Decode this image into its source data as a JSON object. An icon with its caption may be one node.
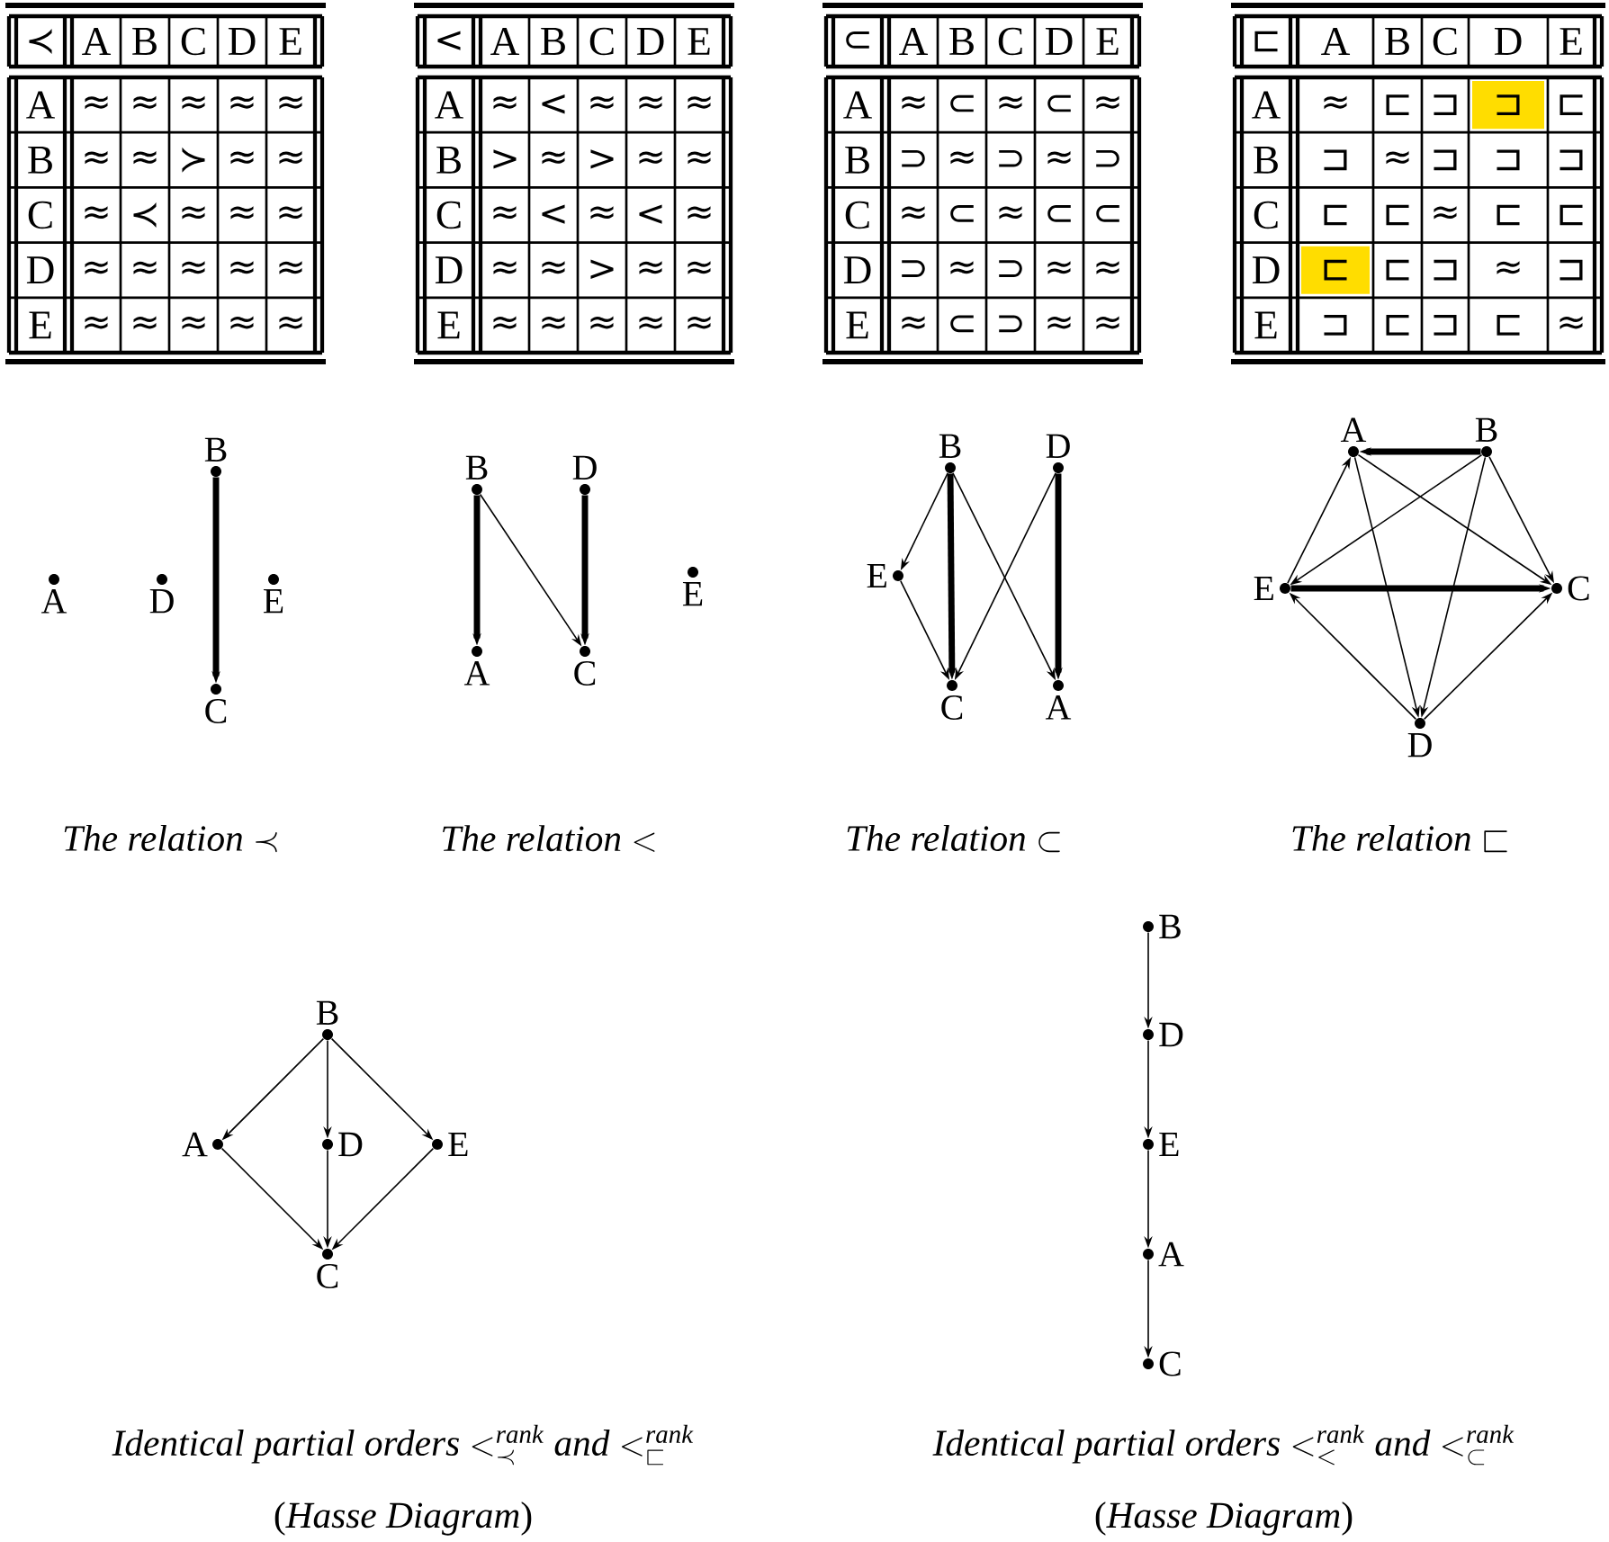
{
  "diagram": {
    "nodes": [
      {
        "text": [
          "B"
        ]
      },
      {
        "text": [
          "A"
        ]
      },
      {
        "text": [
          "D"
        ]
      },
      {
        "text": [
          "E"
        ]
      },
      {
        "text": [
          "C"
        ]
      },
      {
        "text": [
          "B"
        ]
      },
      {
        "text": [
          "D"
        ]
      },
      {
        "text": [
          "E"
        ]
      },
      {
        "text": [
          "A"
        ]
      },
      {
        "text": [
          "C"
        ]
      },
      {
        "text": [
          "B"
        ]
      },
      {
        "text": [
          "D"
        ]
      },
      {
        "text": [
          "E"
        ]
      },
      {
        "text": [
          "C"
        ]
      },
      {
        "text": [
          "A"
        ]
      },
      {
        "text": [
          "A"
        ]
      },
      {
        "text": [
          "B"
        ]
      },
      {
        "text": [
          "E"
        ]
      },
      {
        "text": [
          "C"
        ]
      },
      {
        "text": [
          "D"
        ]
      },
      {
        "text": [
          "B"
        ]
      },
      {
        "text": [
          "A"
        ]
      },
      {
        "text": [
          "D"
        ]
      },
      {
        "text": [
          "E"
        ]
      },
      {
        "text": [
          "C"
        ]
      },
      {
        "text": [
          "B"
        ]
      },
      {
        "text": [
          "D"
        ]
      },
      {
        "text": [
          "E"
        ]
      },
      {
        "text": [
          "A"
        ]
      },
      {
        "text": [
          "C"
        ]
      }
    ],
    "edges": [
      {
        "from": 0,
        "to": 4,
        "arrow": "to",
        "style": "thick"
      },
      {
        "from": 5,
        "to": 8,
        "arrow": "to",
        "style": "thick"
      },
      {
        "from": 5,
        "to": 9,
        "arrow": "to"
      },
      {
        "from": 6,
        "to": 9,
        "arrow": "to",
        "style": "thick"
      },
      {
        "from": 10,
        "to": 12,
        "arrow": "to"
      },
      {
        "from": 10,
        "to": 13,
        "arrow": "to",
        "style": "thick"
      },
      {
        "from": 10,
        "to": 14,
        "arrow": "to"
      },
      {
        "from": 11,
        "to": 13,
        "arrow": "to"
      },
      {
        "from": 11,
        "to": 14,
        "arrow": "to",
        "style": "thick"
      },
      {
        "from": 12,
        "to": 13,
        "arrow": "to"
      },
      {
        "from": 16,
        "to": 15,
        "arrow": "to",
        "style": "thick"
      },
      {
        "from": 16,
        "to": 17,
        "arrow": "to"
      },
      {
        "from": 16,
        "to": 18,
        "arrow": "to"
      },
      {
        "from": 16,
        "to": 19,
        "arrow": "to"
      },
      {
        "from": 15,
        "to": 18,
        "arrow": "to"
      },
      {
        "from": 15,
        "to": 19,
        "arrow": "to"
      },
      {
        "from": 17,
        "to": 15,
        "arrow": "to"
      },
      {
        "from": 17,
        "to": 18,
        "arrow": "to",
        "style": "thick"
      },
      {
        "from": 19,
        "to": 17,
        "arrow": "to"
      },
      {
        "from": 19,
        "to": 18,
        "arrow": "to"
      },
      {
        "from": 20,
        "to": 21,
        "arrow": "to"
      },
      {
        "from": 20,
        "to": 22,
        "arrow": "to"
      },
      {
        "from": 20,
        "to": 23,
        "arrow": "to"
      },
      {
        "from": 21,
        "to": 24,
        "arrow": "to"
      },
      {
        "from": 22,
        "to": 24,
        "arrow": "to"
      },
      {
        "from": 23,
        "to": 24,
        "arrow": "to"
      },
      {
        "from": 25,
        "to": 26,
        "arrow": "to"
      },
      {
        "from": 26,
        "to": 27,
        "arrow": "to"
      },
      {
        "from": 27,
        "to": 28,
        "arrow": "to"
      },
      {
        "from": 28,
        "to": 29,
        "arrow": "to"
      }
    ],
    "labels": [
      "≺",
      "A",
      "B",
      "C",
      "D",
      "E",
      "A",
      "≈",
      "≈",
      "≈",
      "≈",
      "≈",
      "B",
      "≈",
      "≈",
      "≻",
      "≈",
      "≈",
      "C",
      "≈",
      "≺",
      "≈",
      "≈",
      "≈",
      "D",
      "≈",
      "≈",
      "≈",
      "≈",
      "≈",
      "E",
      "≈",
      "≈",
      "≈",
      "≈",
      "≈",
      "<",
      "A",
      "B",
      "C",
      "D",
      "E",
      "A",
      "≈",
      "<",
      "≈",
      "≈",
      "≈",
      "B",
      ">",
      "≈",
      ">",
      "≈",
      "≈",
      "C",
      "≈",
      "<",
      "≈",
      "<",
      "≈",
      "D",
      "≈",
      "≈",
      ">",
      "≈",
      "≈",
      "E",
      "≈",
      "≈",
      "≈",
      "≈",
      "≈",
      "⊂",
      "A",
      "B",
      "C",
      "D",
      "E",
      "A",
      "≈",
      "⊂",
      "≈",
      "⊂",
      "≈",
      "B",
      "⊃",
      "≈",
      "⊃",
      "≈",
      "⊃",
      "C",
      "≈",
      "⊂",
      "≈",
      "⊂",
      "⊂",
      "D",
      "⊃",
      "≈",
      "⊃",
      "≈",
      "≈",
      "E",
      "≈",
      "⊂",
      "⊃",
      "≈",
      "≈",
      "⊏",
      "A",
      "B",
      "C",
      "D",
      "E",
      "A",
      "≈",
      "⊏",
      "⊐",
      "⊐",
      "⊏",
      "B",
      "⊐",
      "≈",
      "⊐",
      "⊐",
      "⊐",
      "C",
      "⊏",
      "⊏",
      "≈",
      "⊏",
      "⊏",
      "D",
      "⊏",
      "⊏",
      "⊐",
      "≈",
      "⊐",
      "E",
      "⊐",
      "⊏",
      "⊐",
      "⊏",
      "≈",
      "\\textit{The relation }{\\prec}",
      "\\textit{The relation }{<}",
      "\\textit{The relation }{\\subset}",
      "\\textit{The relation }{\\sqsubset}",
      "\\textit{Identical partial orders }{<^{\\textit{rank}}_{\\prec}}\\textit{ and }{<^{\\textit{rank}}_{\\sqsubset}}",
      "\\textit{Identical partial orders }{<^{\\textit{rank}}_{<}}\\textit{ and }{<^{\\textit{rank}}_{\\subset}}",
      "(*Hasse Diagram*)",
      "(*Hasse Diagram*)"
    ]
  }
}
